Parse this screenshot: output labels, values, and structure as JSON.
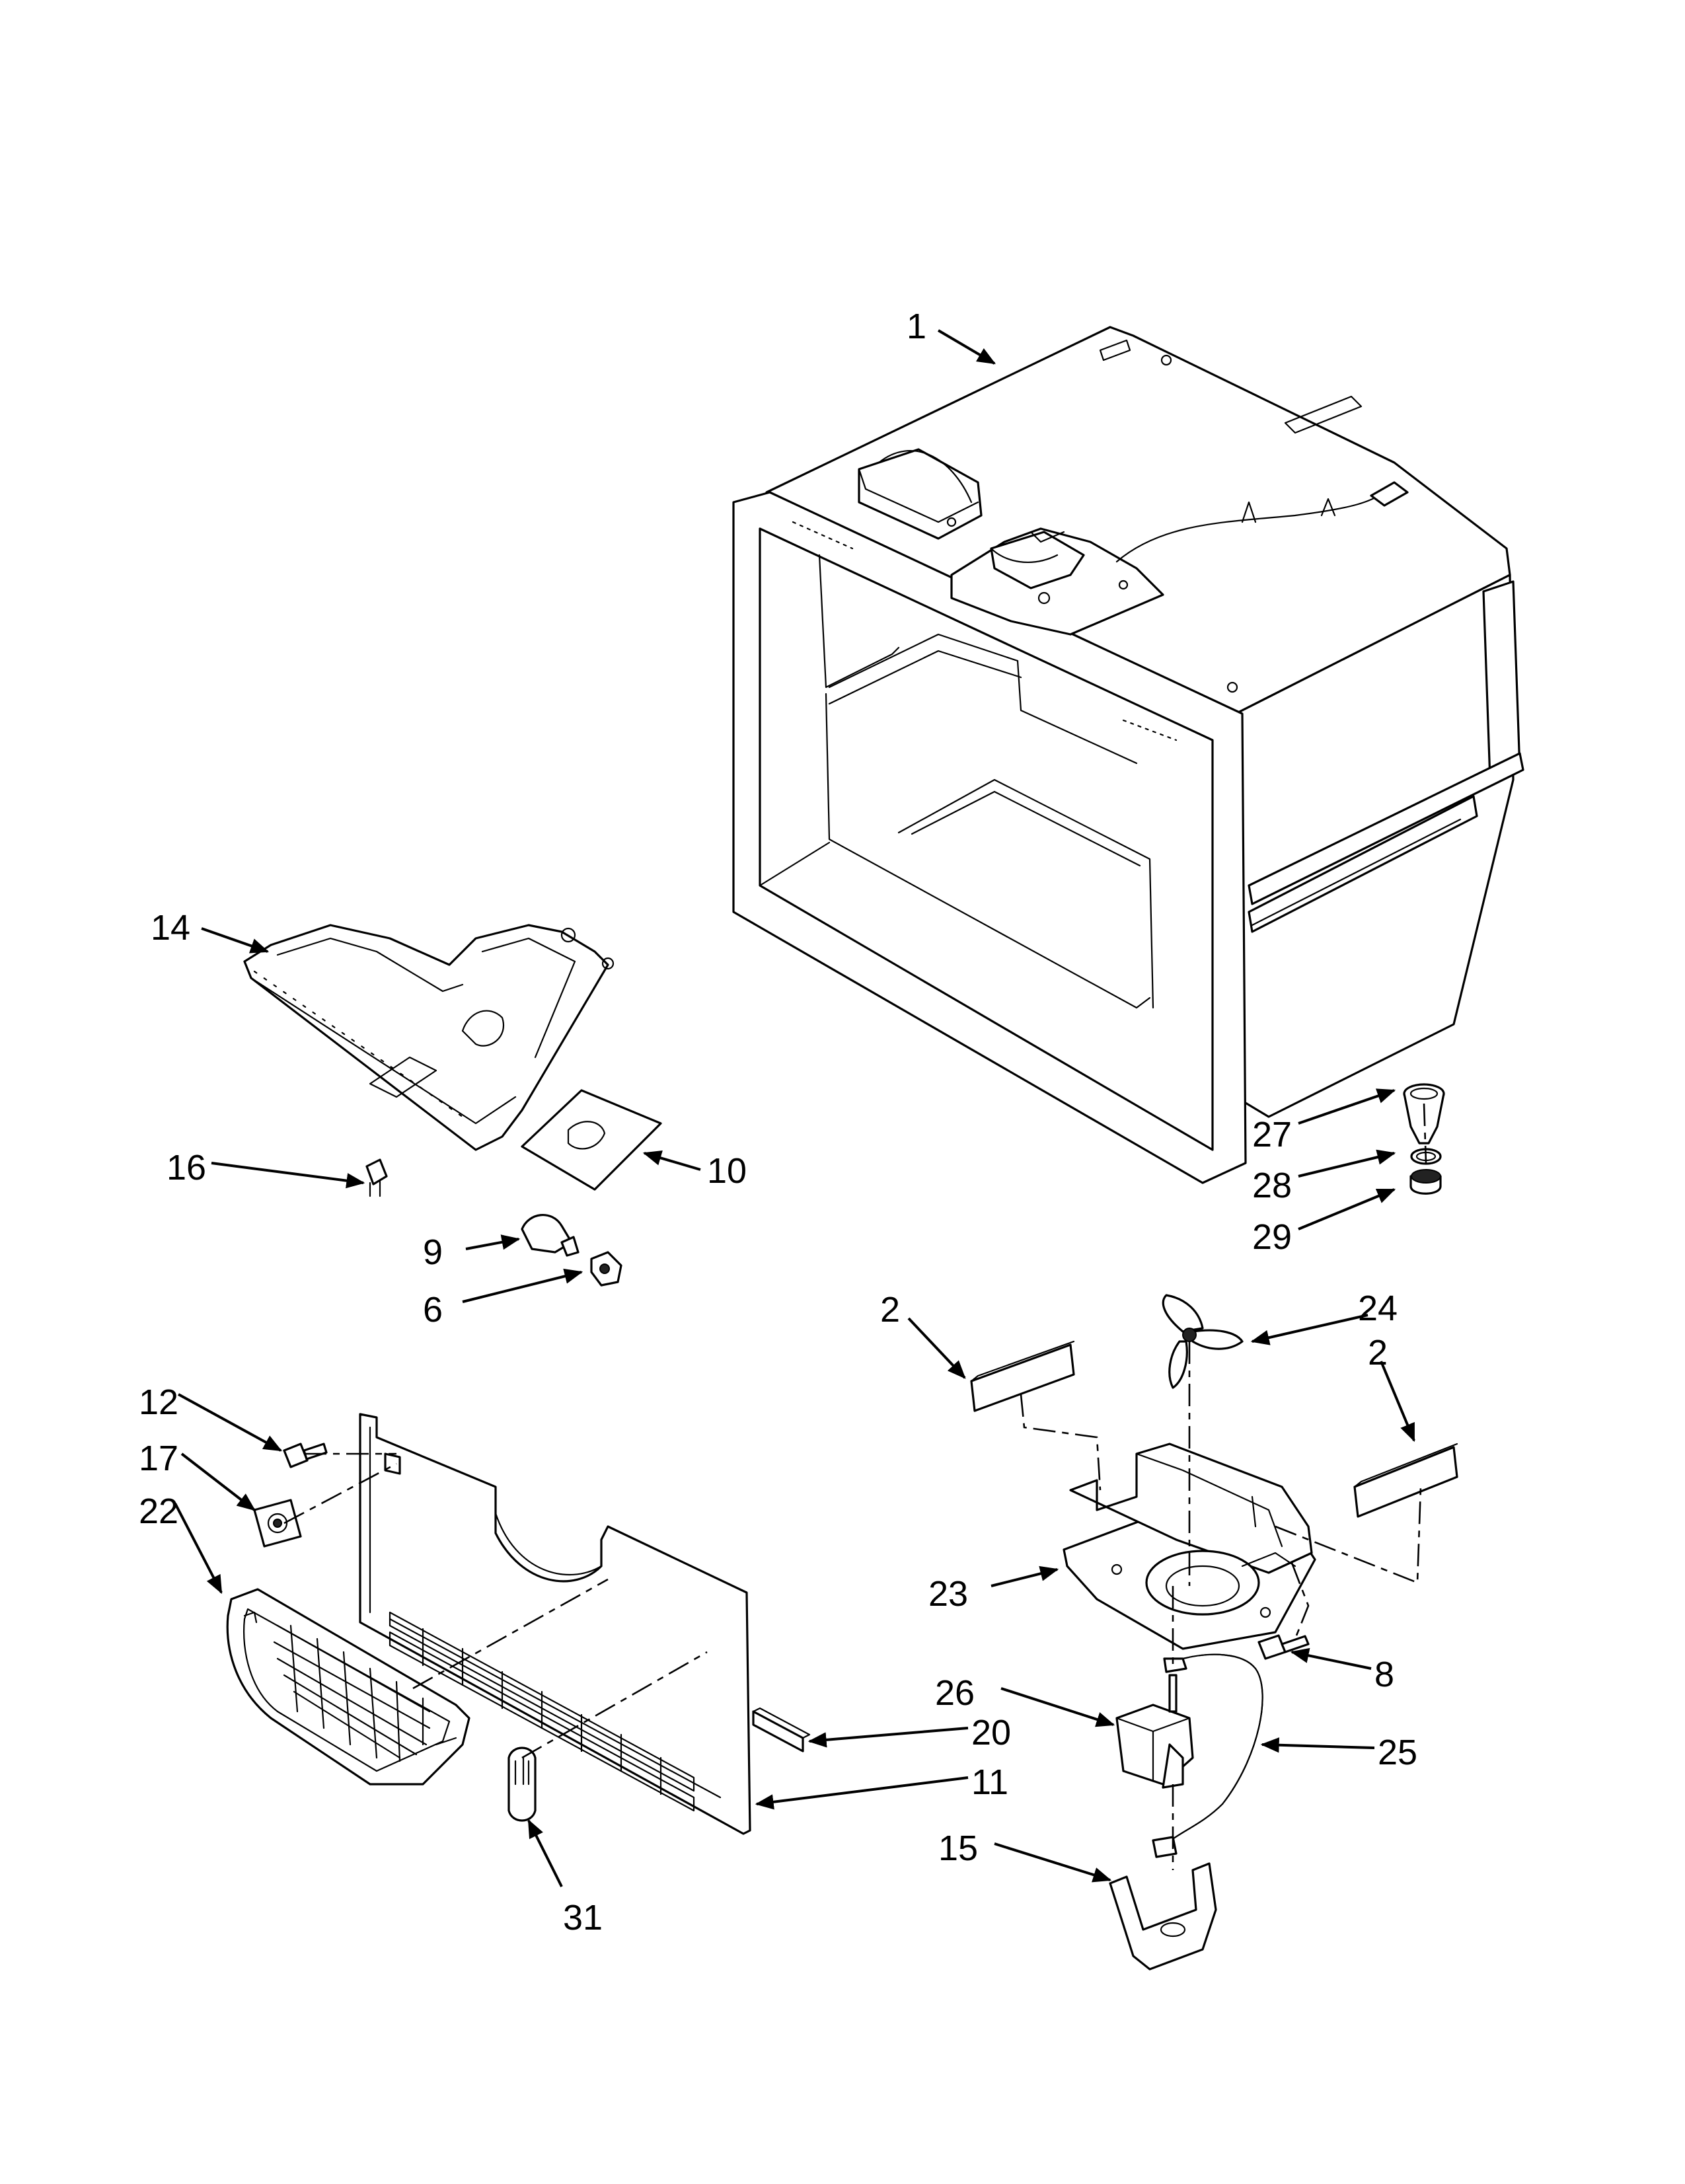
{
  "callouts": {
    "c1": "1",
    "c2a": "2",
    "c2b": "2",
    "c6": "6",
    "c8": "8",
    "c9": "9",
    "c10": "10",
    "c11": "11",
    "c12": "12",
    "c14": "14",
    "c15": "15",
    "c16": "16",
    "c17": "17",
    "c20": "20",
    "c22": "22",
    "c23": "23",
    "c24": "24",
    "c25": "25",
    "c26": "26",
    "c27": "27",
    "c28": "28",
    "c29": "29",
    "c31": "31"
  },
  "colors": {
    "line": "#000000",
    "background": "#ffffff"
  }
}
